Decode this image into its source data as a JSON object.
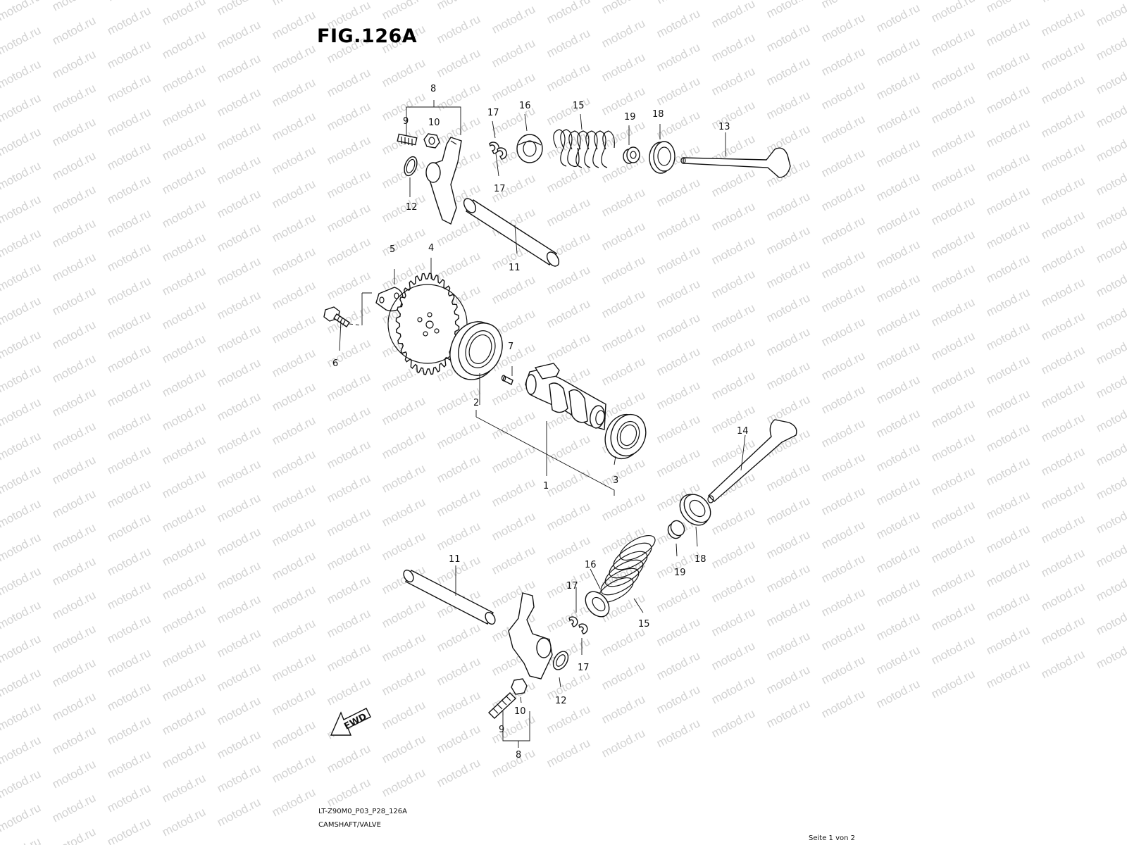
{
  "figure": {
    "title": "FIG.126A",
    "code": "LT-Z90M0_P03_P28_126A",
    "subtitle": "CAMSHAFT/VALVE",
    "page_footer": "Seite 1 von 2",
    "watermark": "motod.ru",
    "fwd_label": "FWD"
  },
  "parts": [
    {
      "id": "p1",
      "label": "1",
      "name": "camshaft"
    },
    {
      "id": "p2",
      "label": "2",
      "name": "bearing-left"
    },
    {
      "id": "p3",
      "label": "3",
      "name": "bearing-right"
    },
    {
      "id": "p4",
      "label": "4",
      "name": "cam-sprocket"
    },
    {
      "id": "p5",
      "label": "5",
      "name": "lock-washer"
    },
    {
      "id": "p6",
      "label": "6",
      "name": "sprocket-bolt"
    },
    {
      "id": "p7",
      "label": "7",
      "name": "pin"
    },
    {
      "id": "p8",
      "label": "8",
      "name": "rocker-arm-assembly"
    },
    {
      "id": "p9",
      "label": "9",
      "name": "adjusting-screw"
    },
    {
      "id": "p10",
      "label": "10",
      "name": "lock-nut"
    },
    {
      "id": "p11",
      "label": "11",
      "name": "rocker-shaft"
    },
    {
      "id": "p12",
      "label": "12",
      "name": "washer"
    },
    {
      "id": "p13",
      "label": "13",
      "name": "intake-valve"
    },
    {
      "id": "p14",
      "label": "14",
      "name": "exhaust-valve"
    },
    {
      "id": "p15",
      "label": "15",
      "name": "valve-spring"
    },
    {
      "id": "p16",
      "label": "16",
      "name": "spring-retainer"
    },
    {
      "id": "p17",
      "label": "17",
      "name": "cotter"
    },
    {
      "id": "p18",
      "label": "18",
      "name": "spring-seat"
    },
    {
      "id": "p19",
      "label": "19",
      "name": "valve-stem-seal"
    }
  ]
}
